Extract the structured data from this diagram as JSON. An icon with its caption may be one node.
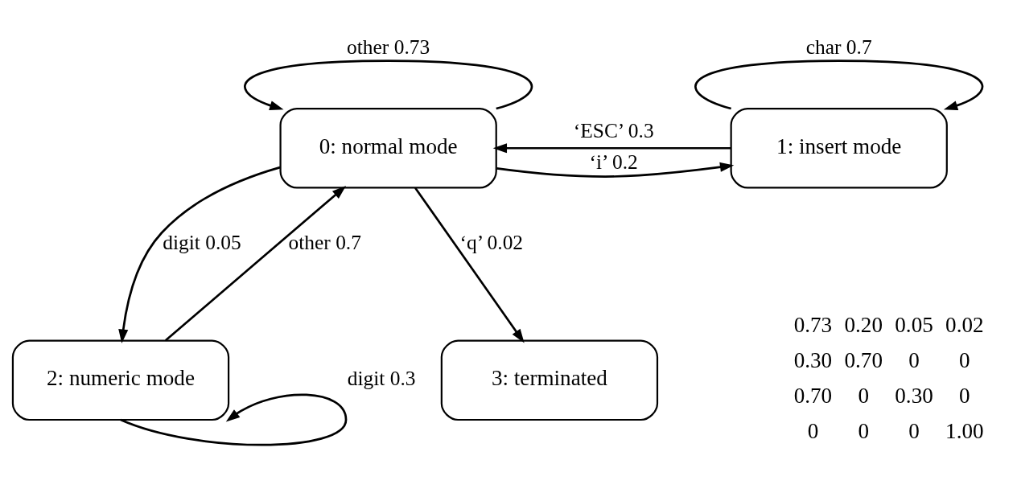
{
  "diagram": {
    "nodes": [
      {
        "text": [
          "0: normal mode"
        ]
      },
      {
        "text": [
          "1: insert mode"
        ]
      },
      {
        "text": [
          "2: numeric mode"
        ]
      },
      {
        "text": [
          "3: terminated"
        ]
      }
    ],
    "edges": [
      {
        "from": 0,
        "to": 0,
        "arrow": "to",
        "label": "other 0.73"
      },
      {
        "from": 0,
        "to": 1,
        "arrow": "to",
        "label": "‘i’ 0.2"
      },
      {
        "from": 1,
        "to": 0,
        "arrow": "to",
        "label": "‘ESC’ 0.3"
      },
      {
        "from": 1,
        "to": 1,
        "arrow": "to",
        "label": "char 0.7"
      },
      {
        "from": 2,
        "to": 0,
        "arrow": "to",
        "label": "other 0.7"
      },
      {
        "from": 0,
        "to": 2,
        "arrow": "to",
        "label": "digit 0.05"
      },
      {
        "from": 0,
        "to": 3,
        "arrow": "to",
        "label": "‘q’ 0.02"
      },
      {
        "from": 2,
        "to": 2,
        "arrow": "to",
        "label": "digit 0.3"
      }
    ],
    "labels": [
      "0.73",
      "0.20",
      "0.05",
      "0.02",
      "0.30",
      "0.70",
      "0",
      "0",
      "0.70",
      "0",
      "0.30",
      "0",
      "0",
      "0",
      "0",
      "1.00"
    ]
  }
}
